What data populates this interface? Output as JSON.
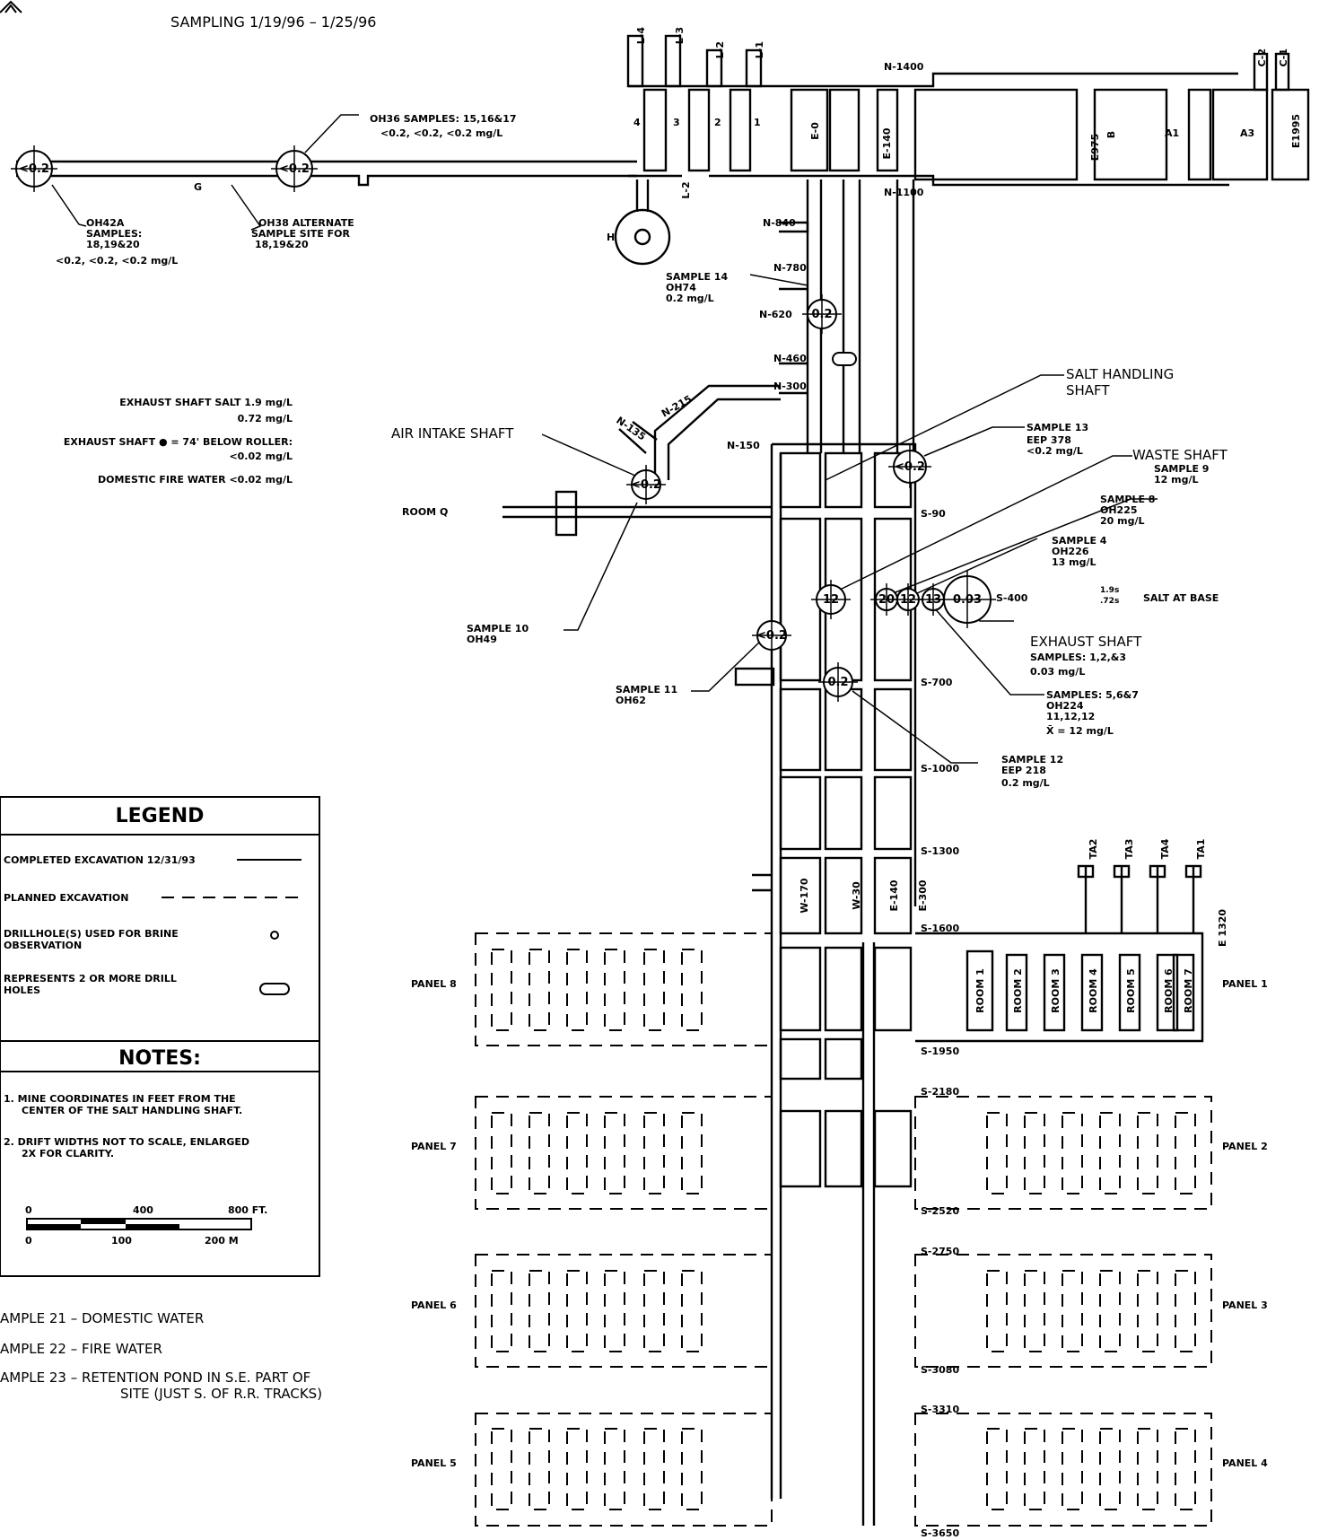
{
  "header": {
    "title": "SAMPLING 1/19/96 – 1/25/96"
  },
  "drifts": {
    "l_top": [
      "L-4",
      "L-3",
      "L-2",
      "L-1"
    ],
    "c_top": [
      "C-2",
      "C-1"
    ],
    "rooms_top": [
      "4",
      "3",
      "2",
      "1"
    ],
    "n_labels": [
      "N-1400",
      "N-1100",
      "N-840",
      "N-780",
      "N-620",
      "N-460",
      "N-300",
      "N-150"
    ],
    "s_labels": [
      "S-90",
      "S-400",
      "S-700",
      "S-1000",
      "S-1300",
      "S-1600",
      "S-1950",
      "S-2180",
      "S-2520",
      "S-2750",
      "S-3080",
      "S-3310",
      "S-3650"
    ],
    "e_labels": [
      "E-0",
      "E-140",
      "E975",
      "B",
      "A1",
      "A3",
      "E1995"
    ],
    "shaft_h": "H",
    "g_label": "G",
    "l2b": "L-2",
    "ta": [
      "TA2",
      "TA3",
      "TA4",
      "TA1"
    ],
    "e1320": "E 1320",
    "drift_cols": [
      "W-170",
      "W-30",
      "E-140",
      "E-300"
    ],
    "n135": "N-135",
    "n215": "N-215",
    "room_q": "ROOM Q",
    "panels_left": [
      "PANEL 8",
      "PANEL 7",
      "PANEL 6",
      "PANEL 5"
    ],
    "panels_right": [
      "PANEL 1",
      "PANEL 2",
      "PANEL 3",
      "PANEL 4"
    ],
    "rooms_panel1": [
      "ROOM 1",
      "ROOM 2",
      "ROOM 3",
      "ROOM 4",
      "ROOM 5",
      "ROOM 6",
      "ROOM 7"
    ]
  },
  "samples": {
    "circles": [
      "<0.2",
      "<0.2",
      "0.2",
      "<0.2",
      "<0.2",
      "<0.2",
      "12",
      "20",
      "12",
      "13",
      "0.03",
      "0.2"
    ],
    "oh36": [
      "OH36 SAMPLES: 15,16&17",
      "<0.2, <0.2, <0.2 mg/L"
    ],
    "oh42a": [
      "OH42A",
      "SAMPLES:",
      "18,19&20",
      "<0.2, <0.2, <0.2 mg/L"
    ],
    "oh38": [
      "OH38 ALTERNATE",
      "SAMPLE SITE FOR",
      "18,19&20"
    ],
    "s14": [
      "SAMPLE 14",
      "OH74",
      "0.2 mg/L"
    ],
    "salt_handling": [
      "SALT HANDLING",
      "SHAFT"
    ],
    "air_intake": "AIR INTAKE SHAFT",
    "s13": [
      "SAMPLE 13",
      "EEP 378",
      "<0.2 mg/L"
    ],
    "waste": [
      "WASTE SHAFT",
      "SAMPLE 9",
      "12 mg/L"
    ],
    "s8": [
      "SAMPLE 8",
      "OH225",
      "20 mg/L"
    ],
    "s4": [
      "SAMPLE 4",
      "OH226",
      "13 mg/L"
    ],
    "salt_base": {
      "top": "1.9s",
      "bot": ".72s",
      "text": "SALT AT BASE"
    },
    "s10": [
      "SAMPLE 10",
      "OH49"
    ],
    "exhaust": [
      "EXHAUST SHAFT",
      "SAMPLES: 1,2,&3",
      "0.03 mg/L"
    ],
    "s11": [
      "SAMPLE 11",
      "OH62"
    ],
    "s567": [
      "SAMPLES: 5,6&7",
      "OH224",
      "11,12,12",
      "X̄ = 12 mg/L"
    ],
    "s12": [
      "SAMPLE 12",
      "EEP 218",
      "0.2 mg/L"
    ]
  },
  "exhaust_info": [
    "EXHAUST SHAFT SALT 1.9 mg/L",
    "0.72 mg/L",
    "EXHAUST SHAFT ● = 74' BELOW ROLLER:",
    "<0.02 mg/L",
    "DOMESTIC FIRE WATER <0.02 mg/L"
  ],
  "legend": {
    "title": "LEGEND",
    "items": [
      "COMPLETED EXCAVATION 12/31/93",
      "PLANNED EXCAVATION",
      "DRILLHOLE(S) USED FOR BRINE",
      "OBSERVATION",
      "REPRESENTS 2 OR MORE DRILL",
      "HOLES"
    ],
    "notes_title": "NOTES:",
    "notes": [
      "1. MINE COORDINATES IN FEET FROM THE",
      "CENTER OF THE SALT HANDLING SHAFT.",
      "2. DRIFT WIDTHS NOT TO SCALE, ENLARGED",
      "2X FOR CLARITY."
    ],
    "scale_top": [
      "0",
      "400",
      "800 FT."
    ],
    "scale_bot": [
      "0",
      "100",
      "200 M"
    ]
  },
  "footnotes": [
    "AMPLE 21 – DOMESTIC WATER",
    "AMPLE 22 – FIRE WATER",
    "AMPLE 23 – RETENTION POND IN S.E. PART OF",
    "SITE (JUST S. OF R.R. TRACKS)"
  ]
}
